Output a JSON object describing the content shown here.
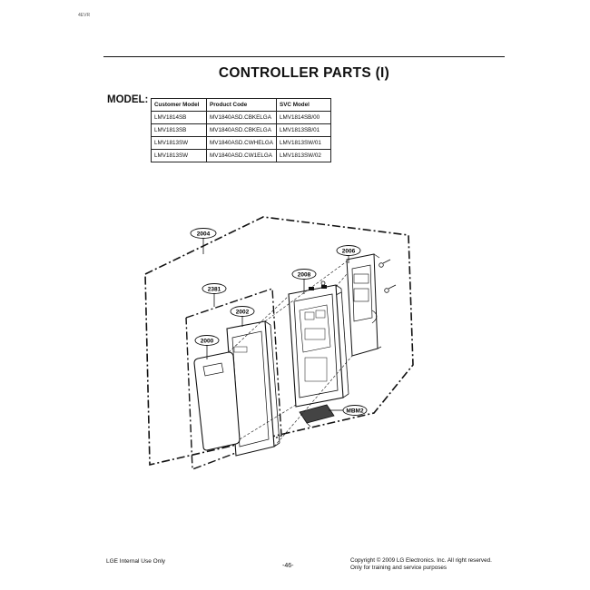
{
  "corner_text": "4EVR",
  "title": "CONTROLLER PARTS (I)",
  "model_label": "MODEL:",
  "model_table": {
    "headers": [
      "Customer Model",
      "Product Code",
      "SVC Model"
    ],
    "rows": [
      [
        "LMV1814SB",
        "MV1840ASD.CBKELGA",
        "LMV1814SB/00"
      ],
      [
        "LMV1813SB",
        "MV1840ASD.CBKELGA",
        "LMV1813SB/01"
      ],
      [
        "LMV1813SW",
        "MV1840ASD.CWHELGA",
        "LMV1813SW/01"
      ],
      [
        "LMV1813SW",
        "MV1840ASD.CW1ELGA",
        "LMV1813SW/02"
      ]
    ]
  },
  "callouts": {
    "c2004": "2004",
    "c2006": "2006",
    "c2008": "2008",
    "c2381": "2381",
    "c2002": "2002",
    "c2000": "2000",
    "cMBM2": "MBM2"
  },
  "footer": {
    "left": "LGE Internal Use Only",
    "page": "-46-",
    "copyright": "Copyright © 2009 LG Electronics. Inc. All right reserved.",
    "usage": "Only for training and service purposes"
  }
}
